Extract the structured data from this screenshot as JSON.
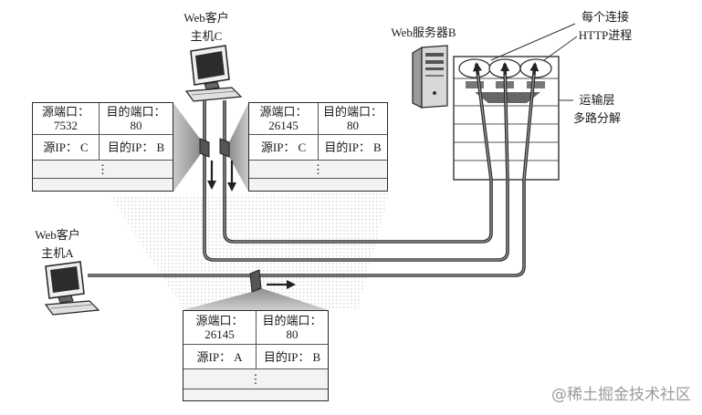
{
  "host_c": {
    "line1": "Web客户",
    "line2": "主机C",
    "icon": "desktop-computer-icon"
  },
  "server_b": {
    "label": "Web服务器B",
    "icon": "server-tower-icon"
  },
  "process_note": {
    "line1": "每个连接",
    "line2": "HTTP进程"
  },
  "demux_note": {
    "line1": "运输层",
    "line2": "多路分解"
  },
  "segments": {
    "c_first": {
      "src_port_label": "源端口：",
      "src_port": "7532",
      "dst_port_label": "目的端口：",
      "dst_port": "80",
      "src_ip_label": "源IP：",
      "src_ip": "C",
      "dst_ip_label": "目的IP：",
      "dst_ip": "B",
      "more": "⋮"
    },
    "c_second": {
      "src_port_label": "源端口：",
      "src_port": "26145",
      "dst_port_label": "目的端口：",
      "dst_port": "80",
      "src_ip_label": "源IP：",
      "src_ip": "C",
      "dst_ip_label": "目的IP：",
      "dst_ip": "B",
      "more": "⋮"
    },
    "a": {
      "src_port_label": "源端口：",
      "src_port": "26145",
      "dst_port_label": "目的端口：",
      "dst_port": "80",
      "src_ip_label": "源IP：",
      "src_ip": "A",
      "dst_ip_label": "目的IP：",
      "dst_ip": "B",
      "more": "⋮"
    }
  },
  "host_a": {
    "line1": "Web客户",
    "line2": "主机A",
    "icon": "desktop-computer-icon"
  },
  "watermark": "@稀土掘金技术社区"
}
